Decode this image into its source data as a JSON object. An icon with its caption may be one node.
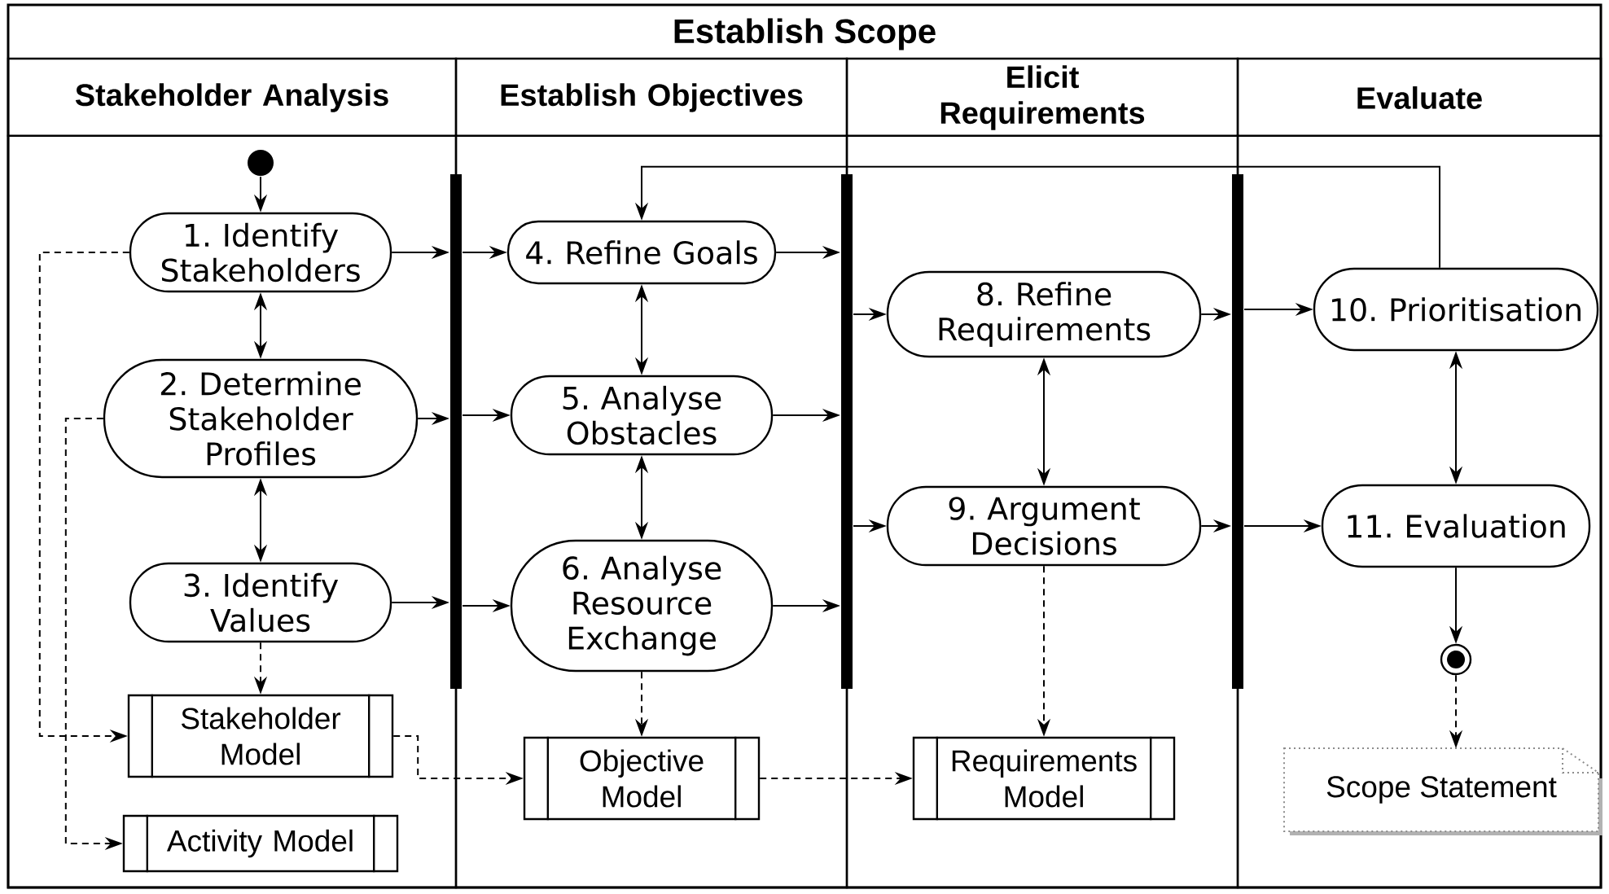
{
  "diagram": {
    "nodes": [
      {
        "text": [
          "Establish Scope"
        ]
      },
      {
        "text": [
          "Stakeholder Analysis"
        ],
        "in": 0
      },
      {
        "text": [
          "Establish Objectives"
        ],
        "in": 0
      },
      {
        "text": [
          "Elicit Requirements"
        ],
        "in": 0
      },
      {
        "text": [
          "Evaluate"
        ],
        "in": 0
      },
      {
        "text": [],
        "shape": "circle",
        "in": 1
      },
      {
        "text": [
          "1. Identify Stakeholders"
        ],
        "in": 1
      },
      {
        "text": [
          "2. Determine Stakeholder Profiles"
        ],
        "in": 1
      },
      {
        "text": [
          "3. Identify Values"
        ],
        "in": 1
      },
      {
        "text": [
          "Stakeholder Model"
        ],
        "in": 1
      },
      {
        "text": [
          "Activity Model"
        ],
        "in": 1
      },
      {
        "text": [
          "4. Refine Goals"
        ],
        "in": 2
      },
      {
        "text": [
          "5. Analyse Obstacles"
        ],
        "in": 2
      },
      {
        "text": [
          "6. Analyse Resource Exchange"
        ],
        "in": 2
      },
      {
        "text": [
          "Objective Model"
        ],
        "in": 2
      },
      {
        "text": [
          "8. Refine Requirements"
        ],
        "in": 3
      },
      {
        "text": [
          "9. Argument Decisions"
        ],
        "in": 3
      },
      {
        "text": [
          "Requirements Model"
        ],
        "in": 3
      },
      {
        "text": [
          "10. Prioritisation"
        ],
        "in": 4
      },
      {
        "text": [
          "11. Evaluation"
        ],
        "in": 4
      },
      {
        "text": [],
        "shape": "bar",
        "in": 0
      },
      {
        "text": [],
        "shape": "bar",
        "in": 0
      },
      {
        "text": [],
        "shape": "bar",
        "in": 0
      },
      {
        "text": [],
        "shape": "circle",
        "in": 4
      },
      {
        "text": [
          "Scope Statement"
        ],
        "in": 4
      }
    ],
    "edges": [
      {
        "from": 5,
        "to": 6,
        "arrow": "to"
      },
      {
        "from": 6,
        "to": 7,
        "arrow": "both"
      },
      {
        "from": 7,
        "to": 8,
        "arrow": "both"
      },
      {
        "from": 6,
        "to": 20,
        "arrow": "to"
      },
      {
        "from": 7,
        "to": 20,
        "arrow": "to"
      },
      {
        "from": 8,
        "to": 20,
        "arrow": "to"
      },
      {
        "from": 20,
        "to": 11,
        "arrow": "to"
      },
      {
        "from": 20,
        "to": 12,
        "arrow": "to"
      },
      {
        "from": 20,
        "to": 13,
        "arrow": "to"
      },
      {
        "from": 11,
        "to": 12,
        "arrow": "both"
      },
      {
        "from": 12,
        "to": 13,
        "arrow": "both"
      },
      {
        "from": 11,
        "to": 21,
        "arrow": "to"
      },
      {
        "from": 12,
        "to": 21,
        "arrow": "to"
      },
      {
        "from": 13,
        "to": 21,
        "arrow": "to"
      },
      {
        "from": 21,
        "to": 15,
        "arrow": "to"
      },
      {
        "from": 21,
        "to": 16,
        "arrow": "to"
      },
      {
        "from": 15,
        "to": 16,
        "arrow": "both"
      },
      {
        "from": 15,
        "to": 22,
        "arrow": "to"
      },
      {
        "from": 16,
        "to": 22,
        "arrow": "to"
      },
      {
        "from": 22,
        "to": 18,
        "arrow": "to"
      },
      {
        "from": 22,
        "to": 19,
        "arrow": "to"
      },
      {
        "from": 18,
        "to": 19,
        "arrow": "both"
      },
      {
        "from": 18,
        "to": 11,
        "arrow": "to"
      },
      {
        "from": 19,
        "to": 23,
        "arrow": "to"
      },
      {
        "from": 23,
        "to": 24,
        "arrow": "to",
        "style": "dashed"
      },
      {
        "from": 8,
        "to": 9,
        "arrow": "to",
        "style": "dashed"
      },
      {
        "from": 6,
        "to": 9,
        "arrow": "to",
        "style": "dashed"
      },
      {
        "from": 7,
        "to": 10,
        "arrow": "to",
        "style": "dashed"
      },
      {
        "from": 13,
        "to": 14,
        "arrow": "to",
        "style": "dashed"
      },
      {
        "from": 9,
        "to": 14,
        "arrow": "to",
        "style": "dashed"
      },
      {
        "from": 16,
        "to": 17,
        "arrow": "to",
        "style": "dashed"
      },
      {
        "from": 14,
        "to": 17,
        "arrow": "to",
        "style": "dashed"
      }
    ]
  }
}
